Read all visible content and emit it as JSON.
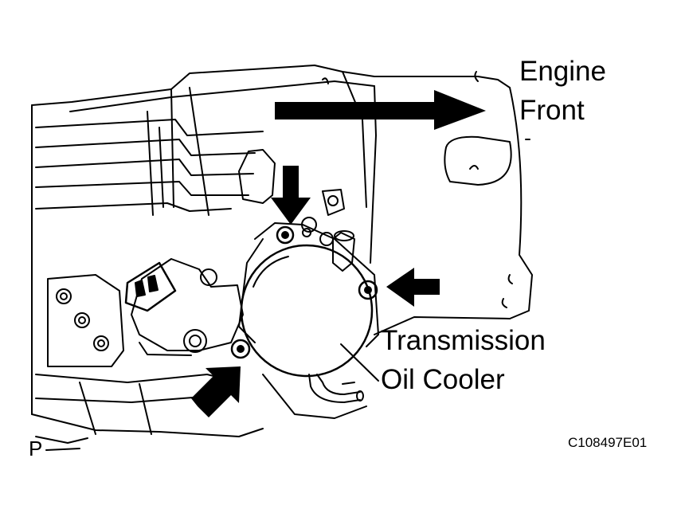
{
  "labels": {
    "engine_line1": "Engine",
    "engine_line2": "Front",
    "cooler_line1": "Transmission",
    "cooler_line2": "Oil Cooler",
    "view_letter": "P",
    "figure_code": "C108497E01"
  },
  "colors": {
    "ink": "#000000",
    "paper": "#ffffff"
  }
}
